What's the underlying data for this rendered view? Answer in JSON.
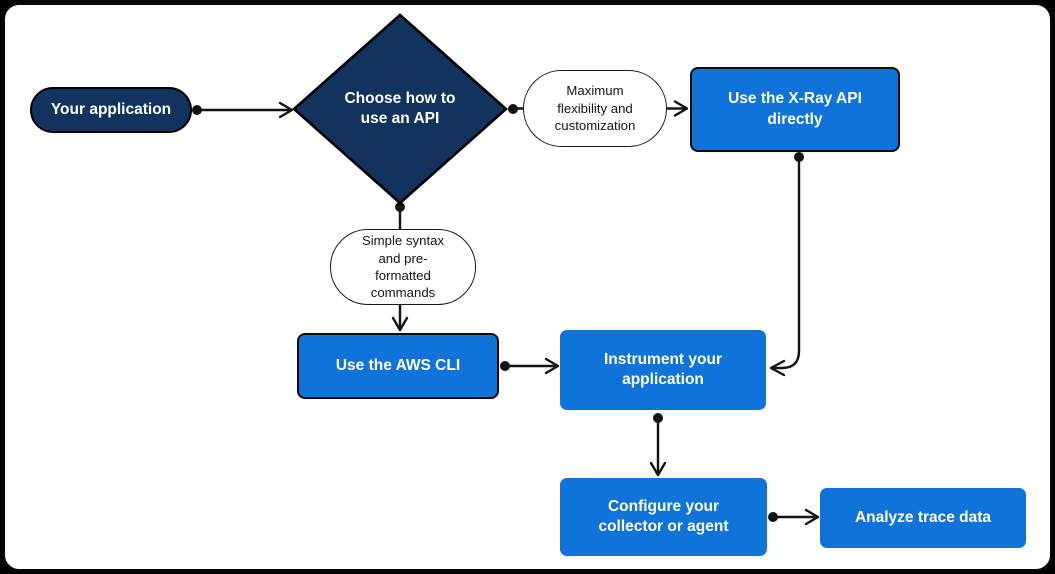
{
  "diagram": {
    "type": "flowchart",
    "colors": {
      "navy": "#12335E",
      "blue": "#0F73D9",
      "edge": "#131313",
      "node_text": "#FFFFFF",
      "condition_text": "#111418",
      "background": "#FFFFFF",
      "frame": "#000000"
    },
    "nodes": {
      "your_application": {
        "label": "Your application",
        "shape": "pill"
      },
      "choose_api": {
        "label": "Choose how to\nuse an API",
        "shape": "diamond"
      },
      "use_xray_api": {
        "label": "Use the X-Ray API\ndirectly",
        "shape": "rect"
      },
      "use_aws_cli": {
        "label": "Use the AWS CLI",
        "shape": "rect"
      },
      "instrument_application": {
        "label": "Instrument your\napplication",
        "shape": "rect"
      },
      "configure_collector": {
        "label": "Configure your\ncollector or agent",
        "shape": "rect"
      },
      "analyze_trace_data": {
        "label": "Analyze trace data",
        "shape": "rect"
      }
    },
    "conditions": {
      "max_flexibility": {
        "label": "Maximum\nflexibility and\ncustomization"
      },
      "simple_syntax": {
        "label": "Simple syntax\nand pre-\nformatted\ncommands"
      }
    },
    "edges": [
      {
        "from": "your_application",
        "to": "choose_api"
      },
      {
        "from": "choose_api",
        "to": "use_xray_api",
        "condition": "Maximum flexibility and customization"
      },
      {
        "from": "choose_api",
        "to": "use_aws_cli",
        "condition": "Simple syntax and pre-formatted commands"
      },
      {
        "from": "use_xray_api",
        "to": "instrument_application"
      },
      {
        "from": "use_aws_cli",
        "to": "instrument_application"
      },
      {
        "from": "instrument_application",
        "to": "configure_collector"
      },
      {
        "from": "configure_collector",
        "to": "analyze_trace_data"
      }
    ]
  }
}
